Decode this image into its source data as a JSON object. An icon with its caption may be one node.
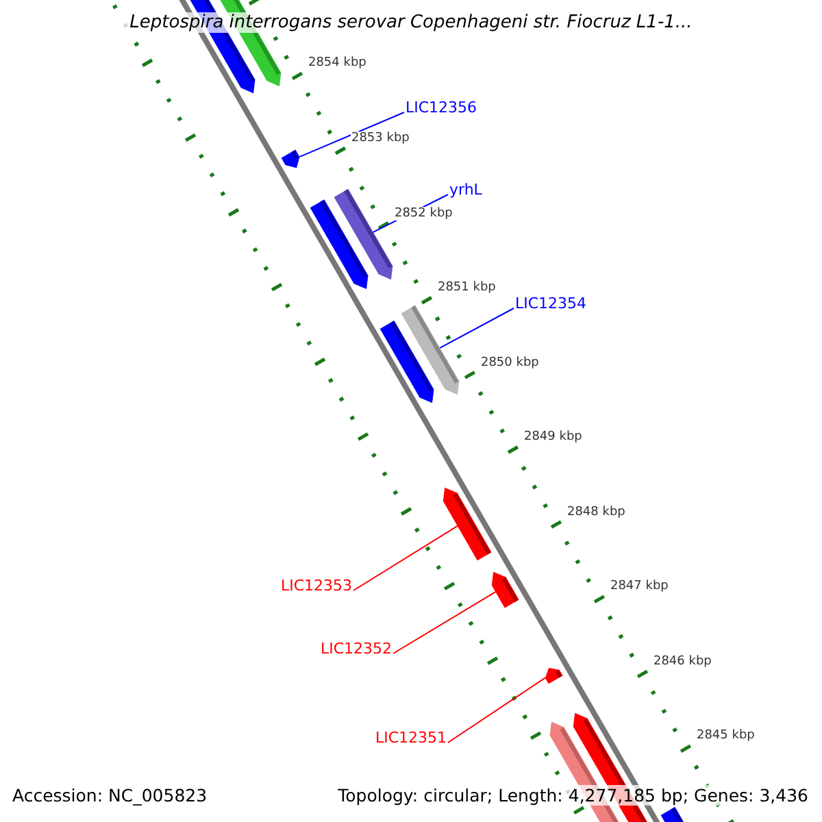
{
  "diagram": {
    "title": "Leptospira interrogans serovar Copenhageni str. Fiocruz L1-1...",
    "nodes": [
      {
        "text": [
          "LIC12356"
        ]
      },
      {
        "text": [],
        "shape": "bar"
      },
      {
        "text": [
          "yrhL"
        ]
      },
      {
        "text": [],
        "shape": "bar"
      },
      {
        "text": [
          "LIC12354"
        ]
      },
      {
        "text": [],
        "shape": "bar"
      },
      {
        "text": [
          "LIC12353"
        ]
      },
      {
        "text": [],
        "shape": "bar"
      },
      {
        "text": [
          "LIC12352"
        ]
      },
      {
        "text": [],
        "shape": "bar"
      },
      {
        "text": [
          "LIC12351"
        ]
      },
      {
        "text": [],
        "shape": "bar"
      }
    ],
    "edges": [
      {
        "from": 0,
        "to": 1,
        "arrow": "none",
        "color": "#0000ff"
      },
      {
        "from": 2,
        "to": 3,
        "arrow": "none",
        "color": "#0000ff"
      },
      {
        "from": 4,
        "to": 5,
        "arrow": "none",
        "color": "#0000ff"
      },
      {
        "from": 6,
        "to": 7,
        "arrow": "none",
        "color": "#ff0000"
      },
      {
        "from": 8,
        "to": 9,
        "arrow": "none",
        "color": "#ff0000"
      },
      {
        "from": 10,
        "to": 11,
        "arrow": "none",
        "color": "#ff0000"
      }
    ],
    "labels": [
      "2854 kbp",
      "2853 kbp",
      "2852 kbp",
      "2851 kbp",
      "2850 kbp",
      "2849 kbp",
      "2848 kbp",
      "2847 kbp",
      "2846 kbp",
      "2845 kbp",
      "Accession: NC_005823",
      "Topology: circular; Length: 4,277,185 bp; Genes: 3,436"
    ]
  }
}
